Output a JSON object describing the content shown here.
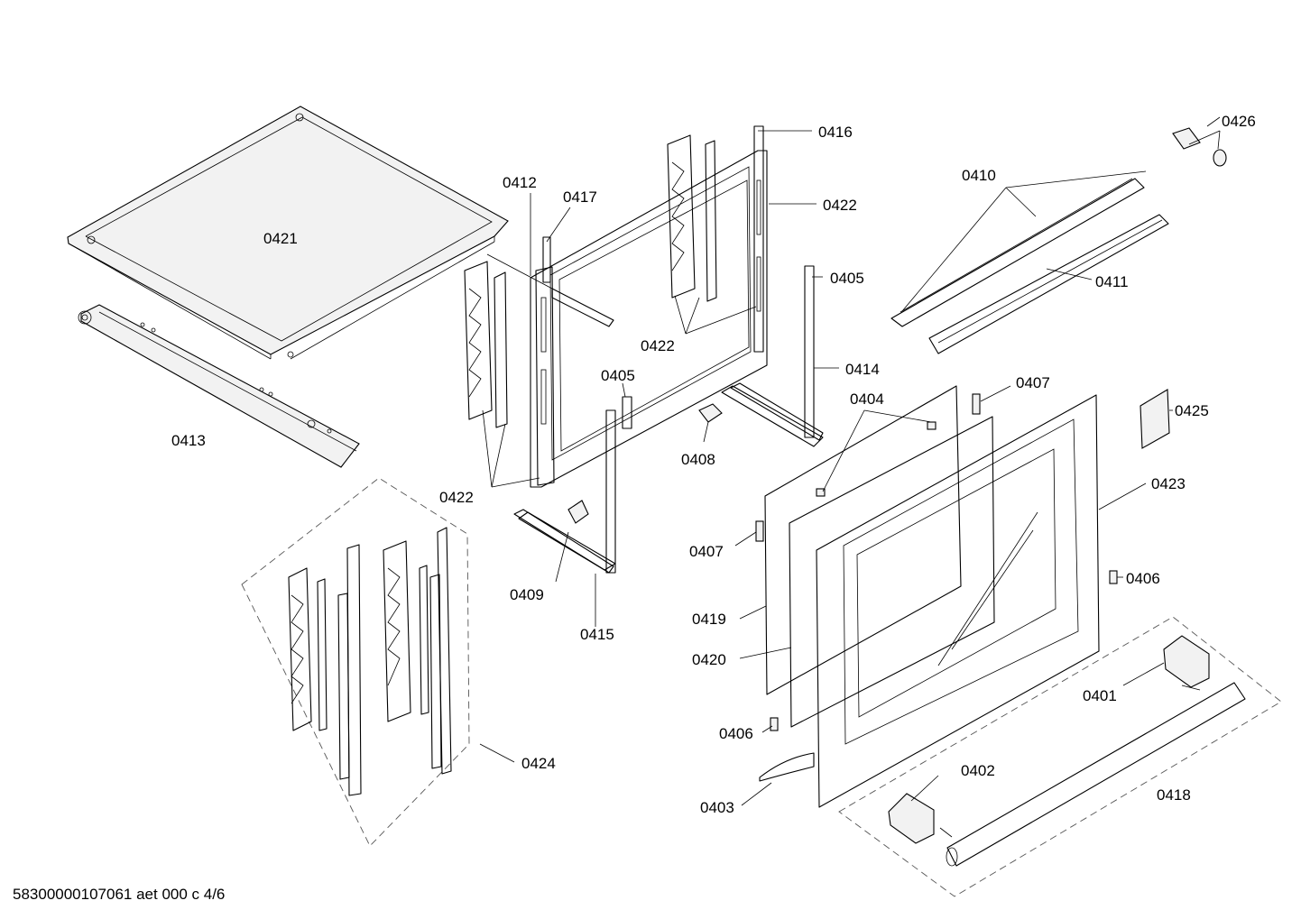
{
  "diagram": {
    "document_code": "58300000107061 aet 000 c 4/6",
    "callouts": {
      "p0401": "0401",
      "p0402": "0402",
      "p0403": "0403",
      "p0404": "0404",
      "p0405a": "0405",
      "p0405b": "0405",
      "p0406a": "0406",
      "p0406b": "0406",
      "p0407a": "0407",
      "p0407b": "0407",
      "p0408": "0408",
      "p0409": "0409",
      "p0410": "0410",
      "p0411": "0411",
      "p0412": "0412",
      "p0413": "0413",
      "p0414": "0414",
      "p0415": "0415",
      "p0416": "0416",
      "p0417": "0417",
      "p0418": "0418",
      "p0419": "0419",
      "p0420": "0420",
      "p0421": "0421",
      "p0422a": "0422",
      "p0422b": "0422",
      "p0422c": "0422",
      "p0423": "0423",
      "p0424": "0424",
      "p0425": "0425",
      "p0426": "0426"
    }
  }
}
